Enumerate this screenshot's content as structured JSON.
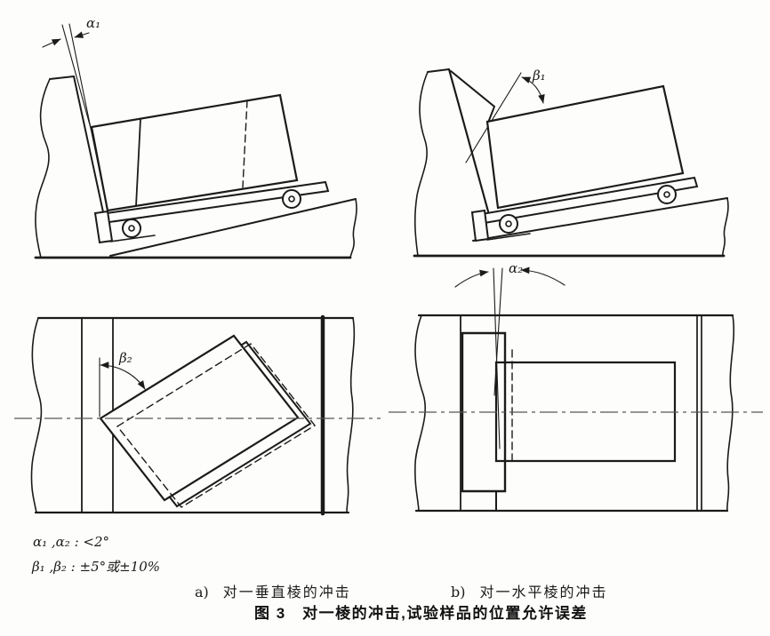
{
  "figure": {
    "angle_labels": {
      "alpha1": "α₁",
      "beta1": "β₁",
      "beta2": "β₂",
      "alpha2": "α₂"
    },
    "notes": [
      "α₁ ,α₂ : <2°",
      "β₁ ,β₂ : ±5°或±10%"
    ],
    "subcaptions": [
      {
        "index": "a)",
        "text": "对一垂直棱的冲击"
      },
      {
        "index": "b)",
        "text": "对一水平棱的冲击"
      }
    ],
    "caption": "图 3　对一棱的冲击,试验样品的位置允许误差",
    "colors": {
      "line": "#1b1b1b",
      "centerline": "#555555",
      "background": "#fdfdfb"
    }
  }
}
